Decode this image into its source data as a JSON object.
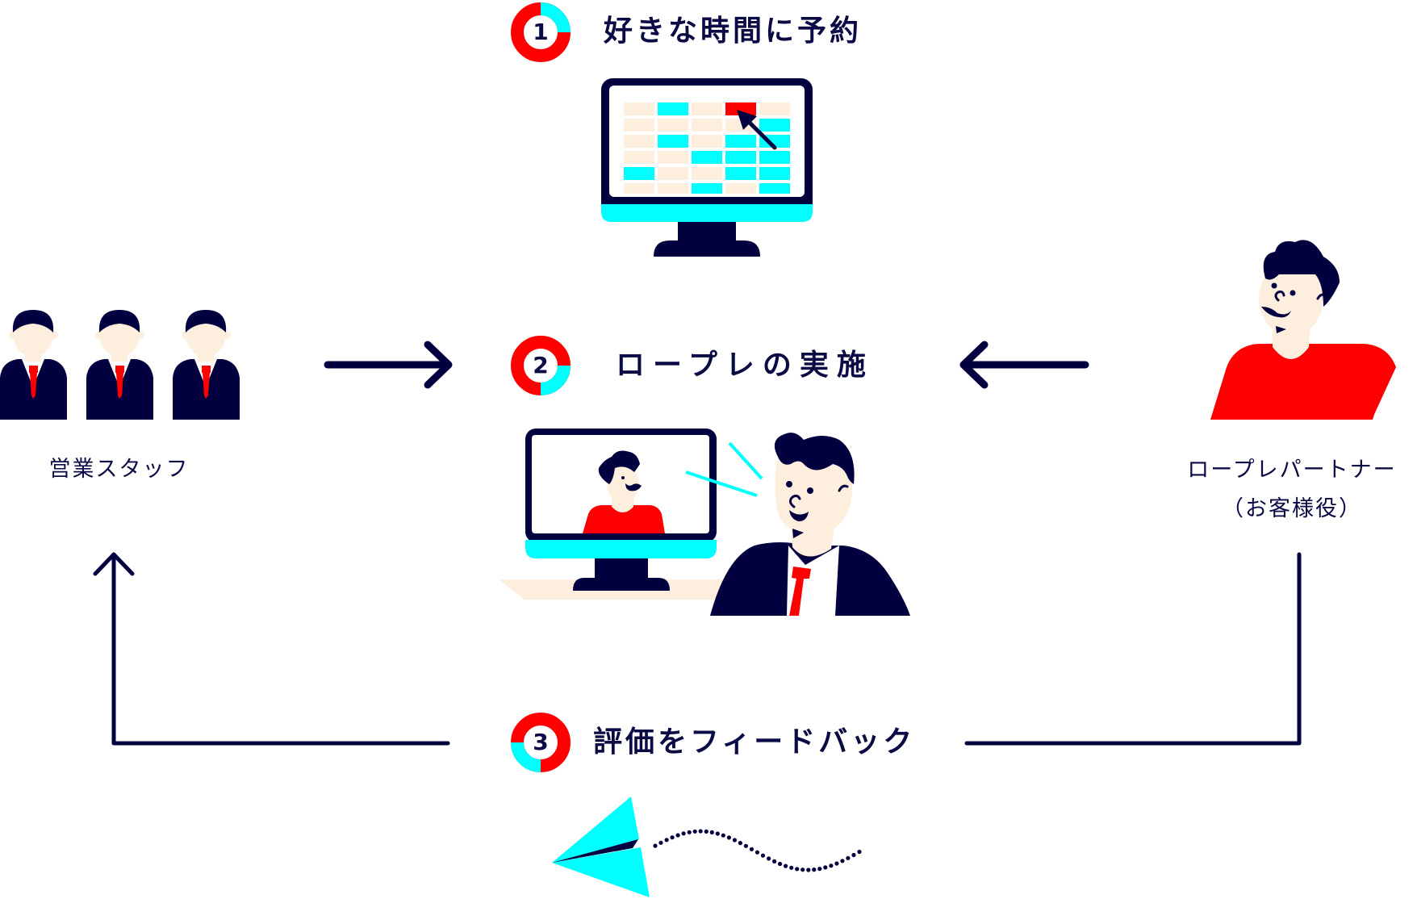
{
  "colors": {
    "navy": "#03003f",
    "red": "#ff0000",
    "cyan": "#00ffff",
    "skin": "#fdeedd",
    "text": "#0a0a45"
  },
  "steps": [
    {
      "number": "1",
      "title": "好きな時間に予約",
      "ring_accent_quadrant": "top-right"
    },
    {
      "number": "2",
      "title": "ロープレの実施",
      "ring_accent_quadrant": "bottom-right"
    },
    {
      "number": "3",
      "title": "評価をフィードバック",
      "ring_accent_quadrant": "bottom-left"
    }
  ],
  "actors": {
    "sales_staff": {
      "label": "営業スタッフ",
      "count": 3
    },
    "partner": {
      "label": "ロープレパートナー",
      "sublabel": "（お客様役）"
    }
  },
  "calendar": {
    "rows": [
      [
        "free",
        "booked",
        "free",
        "selected",
        "free"
      ],
      [
        "free",
        "free",
        "free",
        "free",
        "booked"
      ],
      [
        "free",
        "booked",
        "free",
        "booked",
        "booked"
      ],
      [
        "free",
        "free",
        "booked",
        "booked",
        "booked"
      ],
      [
        "booked",
        "free",
        "free",
        "booked",
        "booked"
      ],
      [
        "free",
        "free",
        "booked",
        "free",
        "booked"
      ]
    ]
  },
  "icons": {
    "cursor": "cursor-arrow-icon",
    "plane": "paper-plane-icon",
    "arrow_right": "arrow-right-icon",
    "arrow_left": "arrow-left-icon",
    "arrow_up": "arrow-up-icon"
  }
}
